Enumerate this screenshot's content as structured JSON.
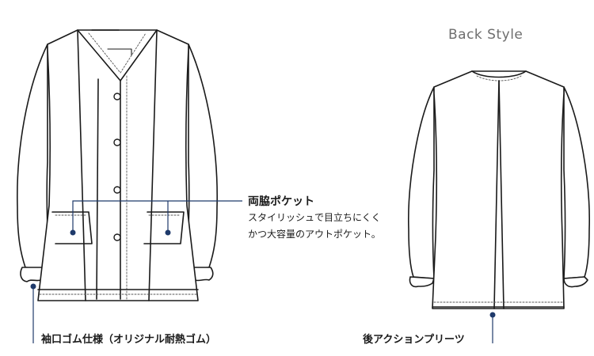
{
  "back_style_title": "Back Style",
  "pocket_callout": {
    "title": "両脇ポケット",
    "line1": "スタイリッシュで目立ちにくく",
    "line2": "かつ大容量のアウトポケット。"
  },
  "cuff_callout": {
    "label": "袖口ゴム仕様（オリジナル耐熱ゴム）"
  },
  "pleat_callout": {
    "label": "後アクションプリーツ"
  },
  "colors": {
    "outline": "#1a1a1a",
    "stitch": "#555555",
    "callout": "#1f3a6b"
  },
  "icons": [
    "button-icon",
    "callout-dot-icon"
  ]
}
